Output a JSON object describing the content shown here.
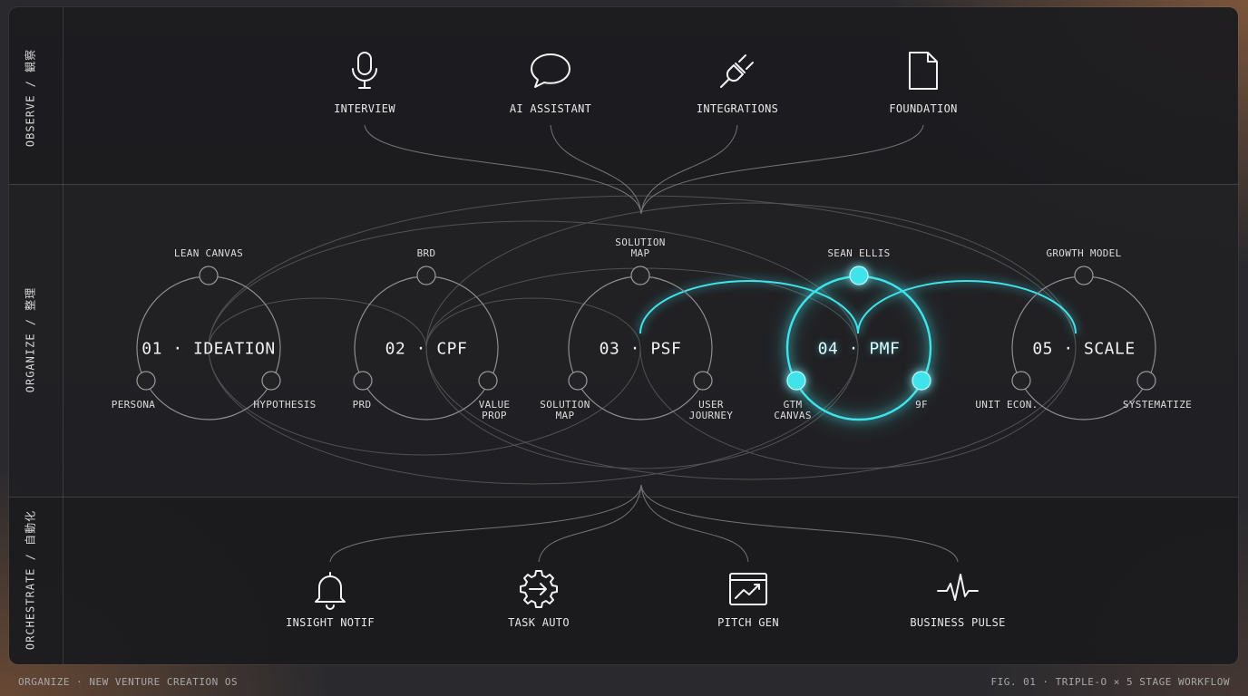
{
  "colors": {
    "accent": "#3fe3ea",
    "line": "#8a8a8e",
    "text": "#e8e8e8"
  },
  "rows": {
    "observe": "OBSERVE / 観察",
    "organize": "ORGANIZE / 整理",
    "orchestrate": "ORCHESTRATE / 自動化"
  },
  "observe_items": [
    {
      "label": "INTERVIEW",
      "icon": "microphone-icon"
    },
    {
      "label": "AI ASSISTANT",
      "icon": "speech-bubble-icon"
    },
    {
      "label": "INTEGRATIONS",
      "icon": "plug-icon"
    },
    {
      "label": "FOUNDATION",
      "icon": "document-icon"
    }
  ],
  "stages": [
    {
      "title": "01 · IDEATION",
      "top": "LEAN CANVAS",
      "left": "PERSONA",
      "right": "HYPOTHESIS",
      "active": false
    },
    {
      "title": "02 · CPF",
      "top": "BRD",
      "left": "PRD",
      "right": "VALUE\nPROP",
      "active": false
    },
    {
      "title": "03 · PSF",
      "top": "SOLUTION\nMAP",
      "left": "SOLUTION\nMAP",
      "right": "USER\nJOURNEY",
      "active": false
    },
    {
      "title": "04 · PMF",
      "top": "SEAN ELLIS",
      "left": "GTM\nCANVAS",
      "right": "9F",
      "active": true
    },
    {
      "title": "05 · SCALE",
      "top": "GROWTH MODEL",
      "left": "UNIT ECON.",
      "right": "SYSTEMATIZE",
      "active": false
    }
  ],
  "orchestrate_items": [
    {
      "label": "INSIGHT NOTIF",
      "icon": "bell-icon"
    },
    {
      "label": "TASK AUTO",
      "icon": "gear-arrow-icon"
    },
    {
      "label": "PITCH GEN",
      "icon": "chart-window-icon"
    },
    {
      "label": "BUSINESS PULSE",
      "icon": "pulse-icon"
    }
  ],
  "footer": {
    "left": "ORGANIZE · NEW VENTURE CREATION OS",
    "right": "FIG. 01 · TRIPLE-O × 5 STAGE WORKFLOW"
  }
}
